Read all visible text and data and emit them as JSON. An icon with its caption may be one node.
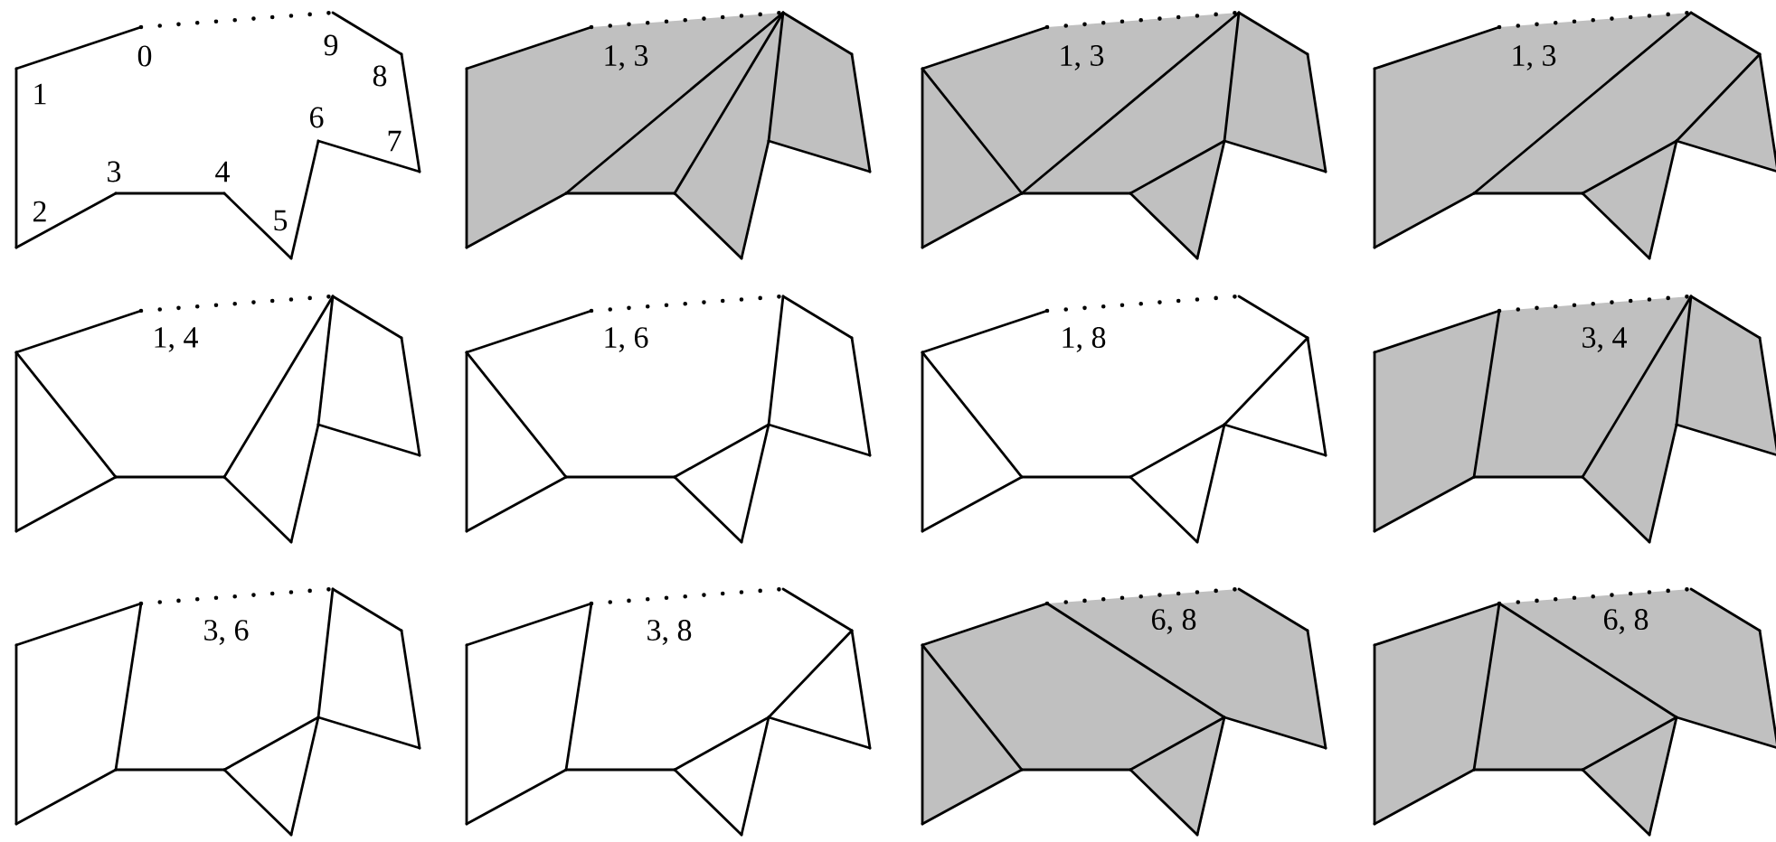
{
  "diagram": {
    "labels": [
      "0",
      "1",
      "2",
      "3",
      "4",
      "5",
      "6",
      "7",
      "8",
      "9",
      "1, 3",
      "1, 3",
      "1, 3",
      "1, 4",
      "1, 6",
      "1, 8",
      "3, 4",
      "3, 6",
      "3, 8",
      "6, 8",
      "6, 8"
    ]
  }
}
